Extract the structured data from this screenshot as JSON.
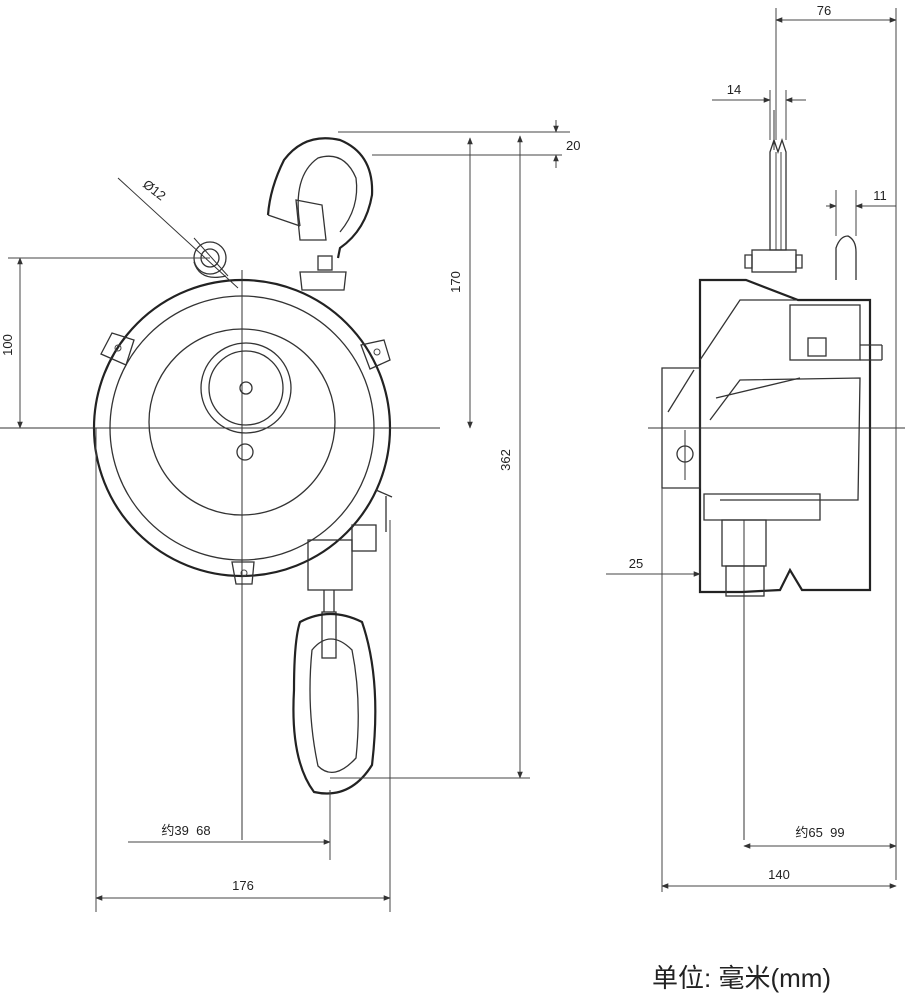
{
  "dimensions": {
    "top_width": "76",
    "slot_width": "14",
    "side_offset": "11",
    "hook_top": "20",
    "diameter": "Ø12",
    "hook_height": "170",
    "mount_height": "100",
    "total_height": "362",
    "bottom_offset": "25",
    "front_inner_width": "约39  68",
    "front_width": "176",
    "side_inner_width": "约65  99",
    "side_width": "140"
  },
  "unit_note": "单位: 毫米(mm)"
}
